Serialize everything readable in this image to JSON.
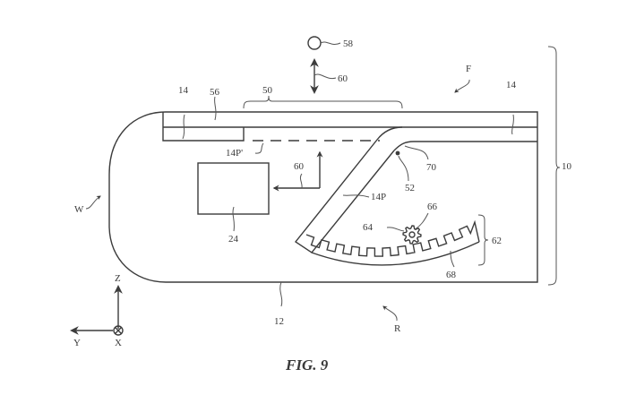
{
  "figure": {
    "caption": "FIG. 9",
    "colors": {
      "line": "#3c3c3c",
      "background": "#ffffff"
    }
  },
  "labels": {
    "device": "10",
    "bottom_housing": "12",
    "display_left": "14",
    "display_right": "14",
    "display_portion_stowed": "14P'",
    "display_portion_bent": "14P",
    "rear_block": "24",
    "area_50": "50",
    "sensor_52": "52",
    "cover_56": "56",
    "object_58": "58",
    "arrow_60_top": "60",
    "arrow_60_inner": "60",
    "mechanism_62": "62",
    "gear_64": "64",
    "gear_66": "66",
    "rack_68": "68",
    "edge_70": "70",
    "front": "F",
    "rear": "R",
    "side_w": "W",
    "axis_z": "Z",
    "axis_y": "Y",
    "axis_x": "X"
  }
}
